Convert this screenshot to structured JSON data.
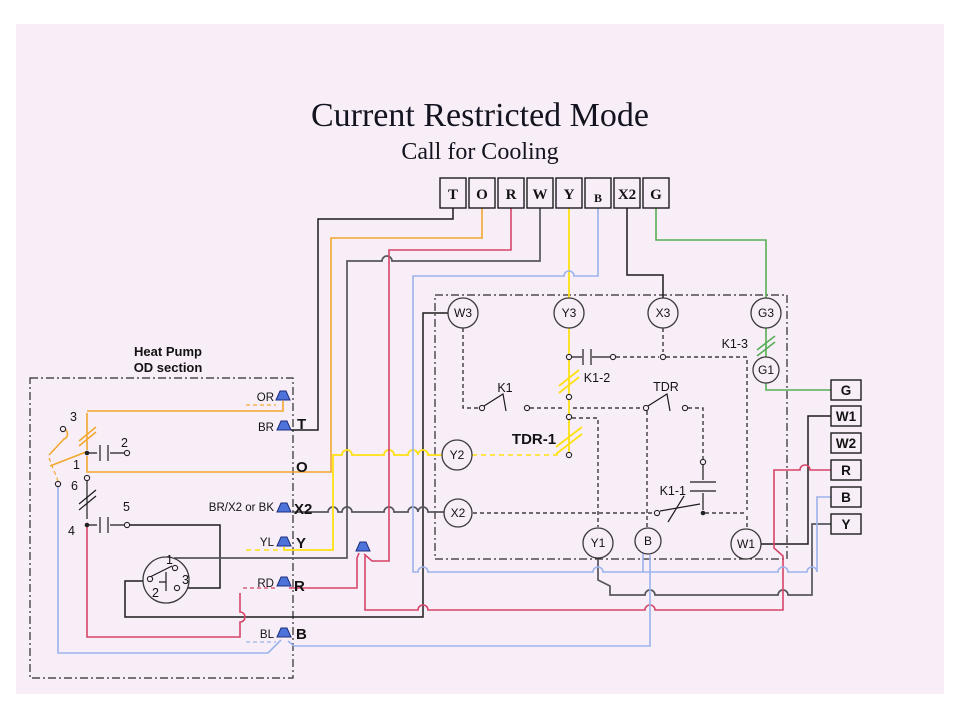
{
  "slide": {
    "title": "Current Restricted Mode",
    "subtitle": "Call for Cooling"
  },
  "top_terminals": [
    "T",
    "O",
    "R",
    "W",
    "Y",
    "B",
    "X2",
    "G"
  ],
  "right_terminals": [
    "G",
    "W1",
    "W2",
    "R",
    "B",
    "Y"
  ],
  "heat_pump": {
    "name1": "Heat Pump",
    "name2": "OD section",
    "c3": "3",
    "c2": "2",
    "c1": "1",
    "c6": "6",
    "c5": "5",
    "c4": "4",
    "r1": "1",
    "r2": "2",
    "r3": "3",
    "or": "OR",
    "br": "BR",
    "brx2": "BR/X2 or BK",
    "yl": "YL",
    "rd": "RD",
    "bl": "BL",
    "t": "T",
    "o": "O",
    "x2": "X2",
    "y": "Y",
    "r": "R",
    "b": "B"
  },
  "control": {
    "w3": "W3",
    "y3": "Y3",
    "x3": "X3",
    "g3": "G3",
    "g1": "G1",
    "y2": "Y2",
    "x2": "X2",
    "y1": "Y1",
    "b": "B",
    "w1": "W1",
    "k1": "K1",
    "k1_2": "K1-2",
    "k1_3": "K1-3",
    "k1_1": "K1-1",
    "tdr": "TDR",
    "tdr_1": "TDR-1"
  },
  "colors": {
    "background": "#f8eef8",
    "wire_black": "#1c1c1c",
    "wire_gray": "#55555d",
    "wire_orange": "#f2a72e",
    "wire_yellow": "#ffe012",
    "wire_crimson": "#d64468",
    "wire_blue": "#9cb3ea",
    "wire_green": "#56ae56",
    "connector_flag": "#4d72d9"
  }
}
